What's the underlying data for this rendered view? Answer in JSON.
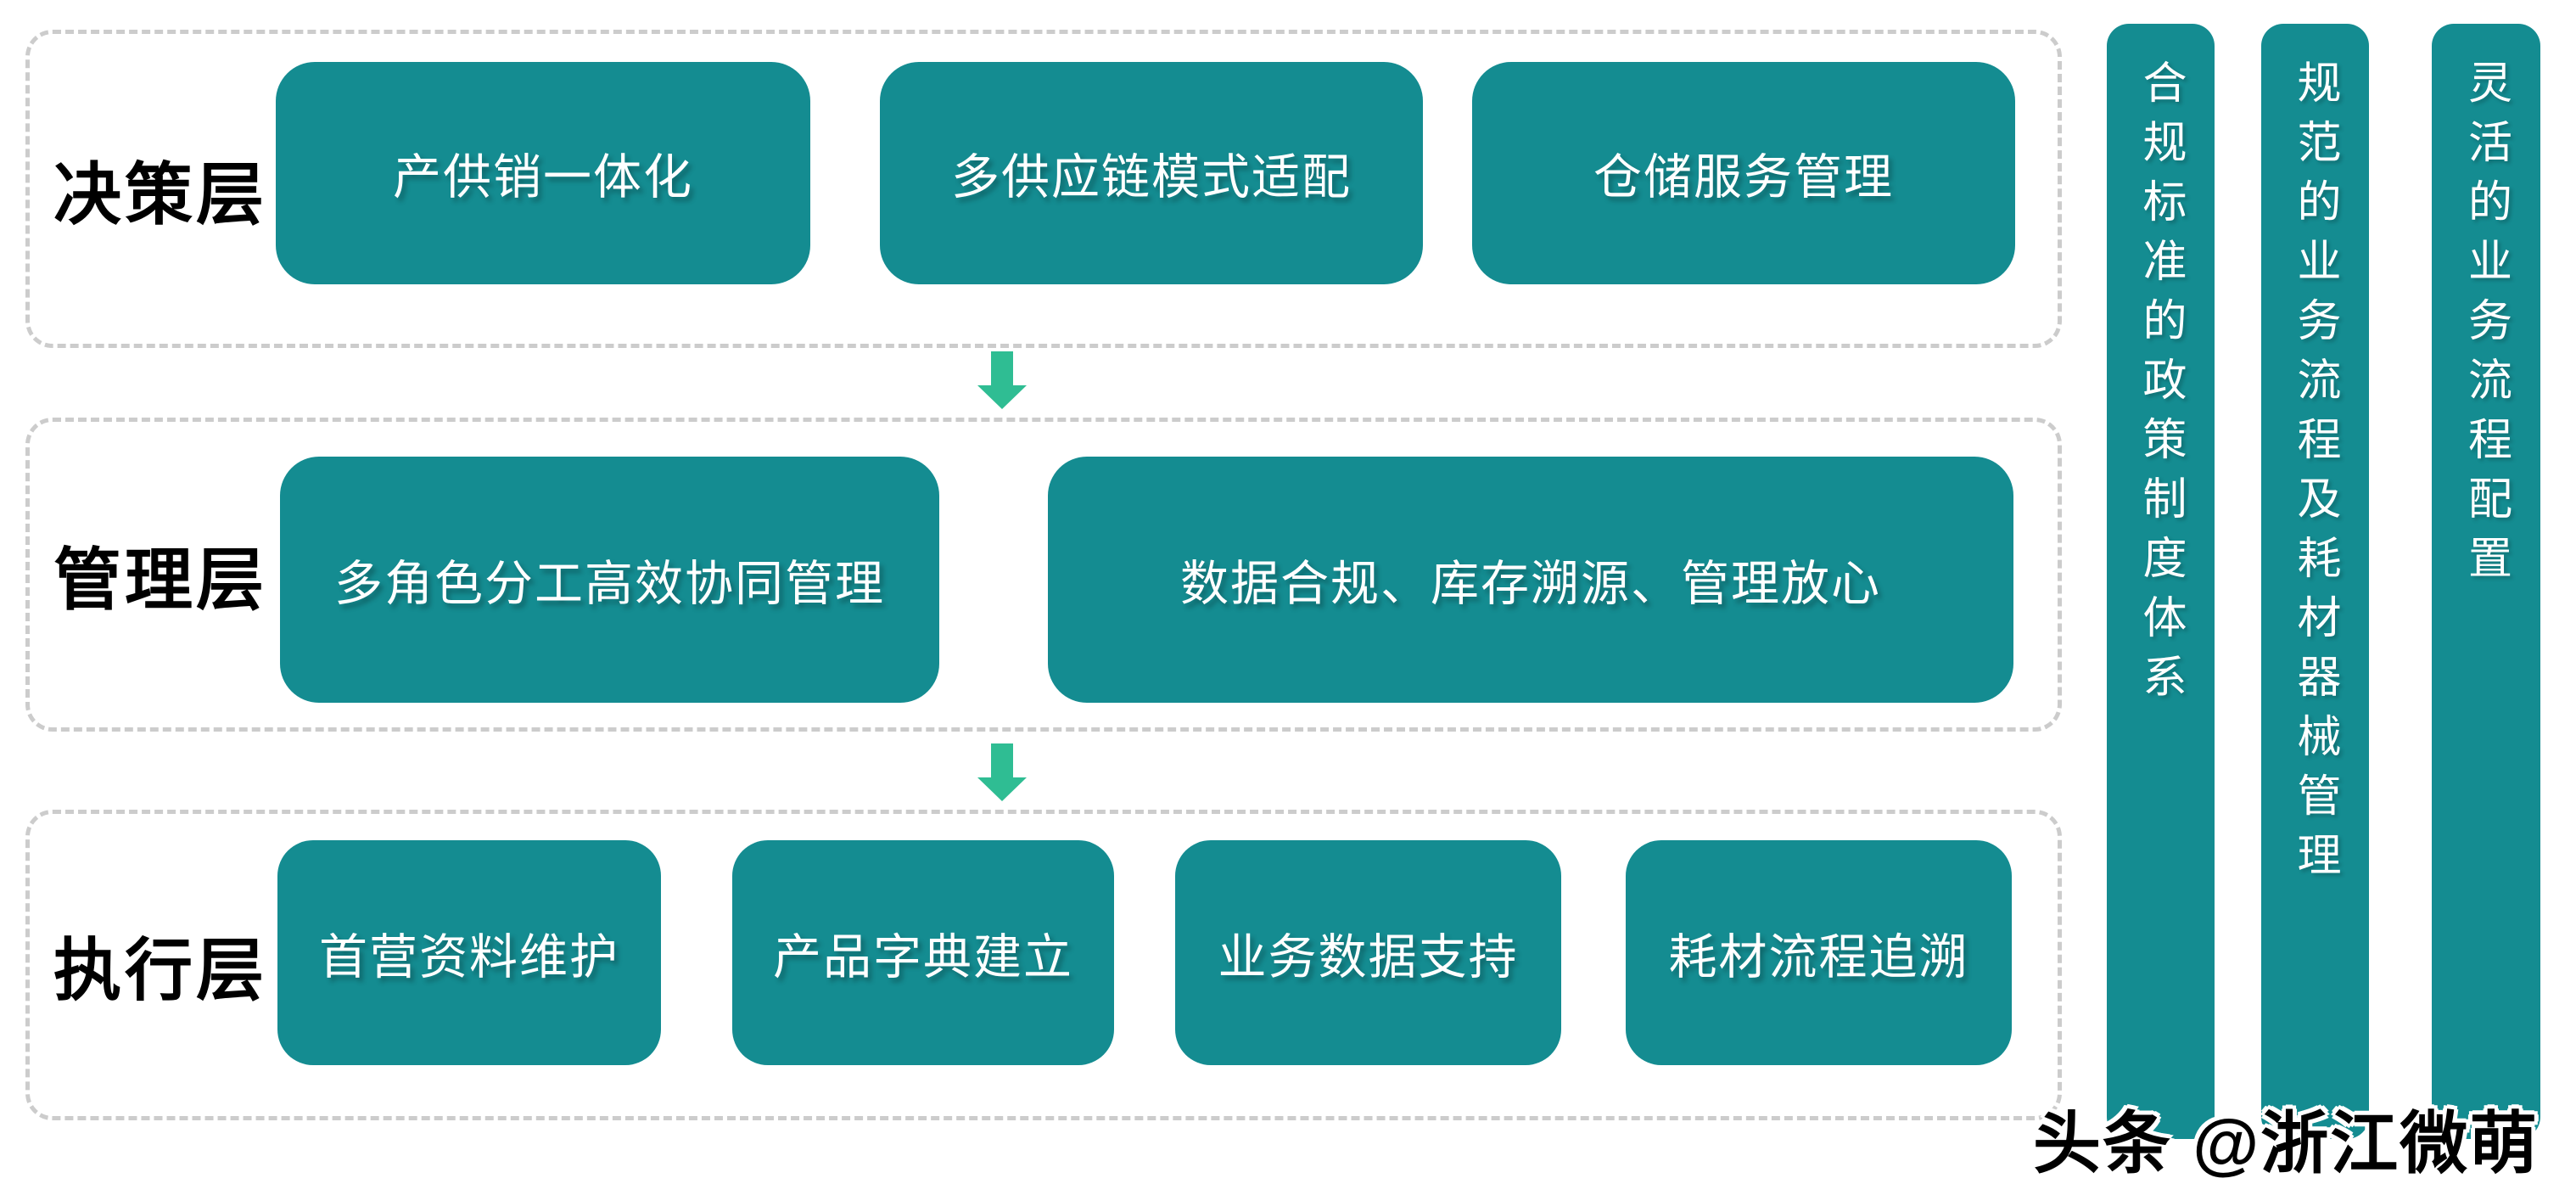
{
  "colors": {
    "node_teal": "#148C91",
    "arrow_green": "#2FBD93",
    "dashed_border": "#CCCCCC",
    "node_text": "#FFFFFF",
    "label_text": "#000000"
  },
  "layers": [
    {
      "label": "决策层",
      "boxes": [
        "产供销一体化",
        "多供应链模式适配",
        "仓储服务管理"
      ]
    },
    {
      "label": "管理层",
      "boxes": [
        "多角色分工高效协同管理",
        "数据合规、库存溯源、管理放心"
      ]
    },
    {
      "label": "执行层",
      "boxes": [
        "首营资料维护",
        "产品字典建立",
        "业务数据支持",
        "耗材流程追溯"
      ]
    }
  ],
  "side_bars": [
    "合规标准的政策制度体系",
    "规范的业务流程及耗材器械管理",
    "灵活的业务流程配置"
  ],
  "watermark": "头条 @浙江微萌"
}
